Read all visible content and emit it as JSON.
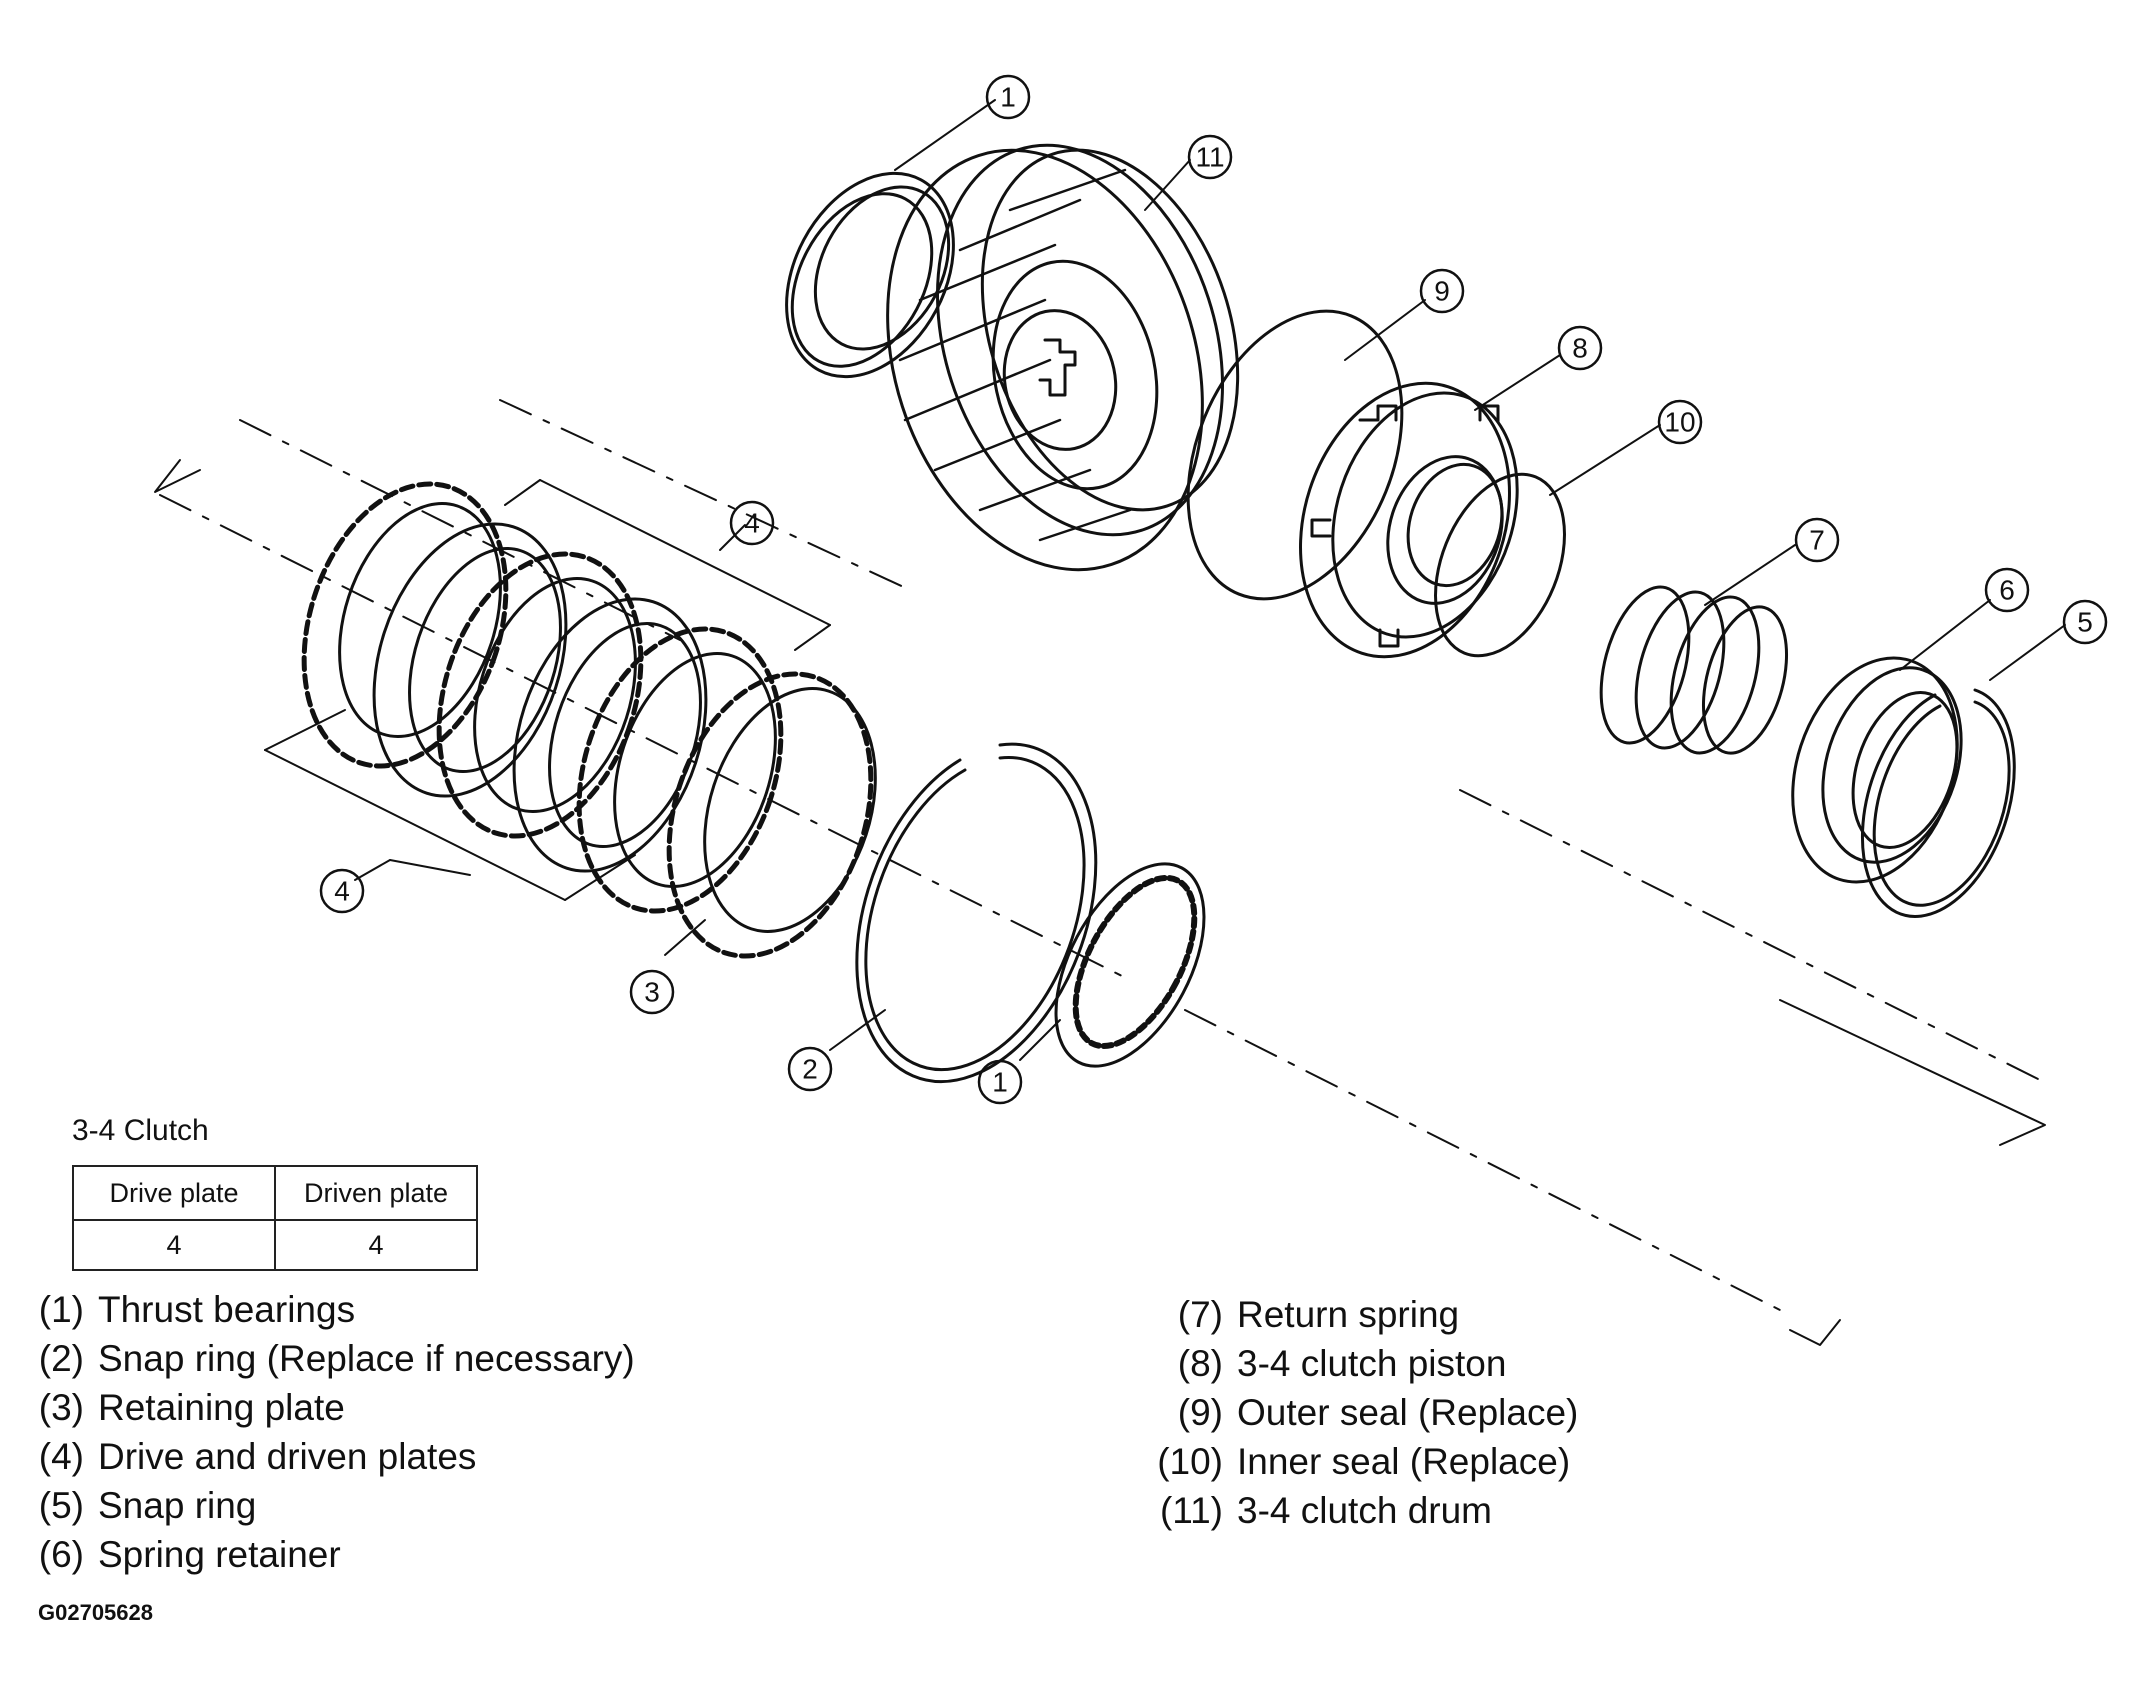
{
  "callouts": {
    "thrust_bearing_top": "1",
    "clutch_drum": "11",
    "outer_seal": "9",
    "clutch_piston": "8",
    "inner_seal": "10",
    "return_spring": "7",
    "spring_retainer": "6",
    "snap_ring_right": "5",
    "plates_upper": "4",
    "plates_lower": "4",
    "retaining_plate": "3",
    "snap_ring_lower": "2",
    "thrust_bearing_bottom": "1"
  },
  "clutch_table": {
    "title": "3-4 Clutch",
    "headers": [
      "Drive plate",
      "Driven plate"
    ],
    "values": [
      "4",
      "4"
    ]
  },
  "legend_left": [
    {
      "num": "(1)",
      "label": "Thrust bearings"
    },
    {
      "num": "(2)",
      "label": "Snap ring (Replace if necessary)"
    },
    {
      "num": "(3)",
      "label": "Retaining plate"
    },
    {
      "num": "(4)",
      "label": "Drive and driven plates"
    },
    {
      "num": "(5)",
      "label": "Snap ring"
    },
    {
      "num": "(6)",
      "label": "Spring retainer"
    }
  ],
  "legend_right": [
    {
      "num": "(7)",
      "label": "Return spring"
    },
    {
      "num": "(8)",
      "label": "3-4 clutch piston"
    },
    {
      "num": "(9)",
      "label": "Outer seal (Replace)"
    },
    {
      "num": "(10)",
      "label": "Inner seal (Replace)"
    },
    {
      "num": "(11)",
      "label": "3-4 clutch drum"
    }
  ],
  "figure_id": "G02705628"
}
